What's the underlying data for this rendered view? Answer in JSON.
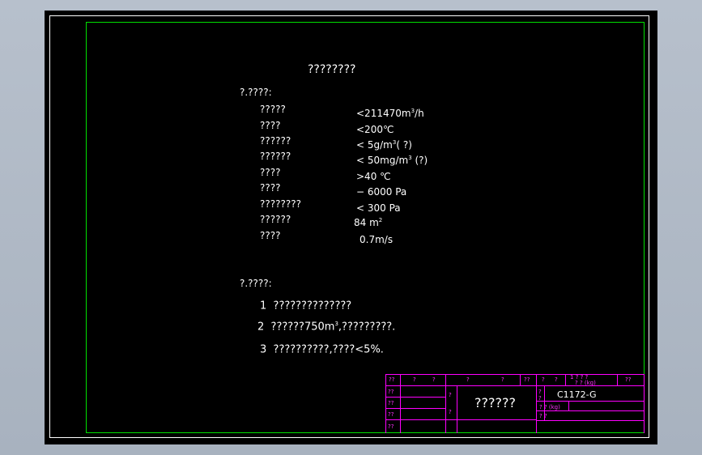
{
  "doc": {
    "title": "????????",
    "section1_heading": "?.????:",
    "params": [
      {
        "name": "?????",
        "value": "<211470m",
        "sup": "3",
        "tail": "/h"
      },
      {
        "name": "????",
        "value": "<200℃",
        "sup": "",
        "tail": ""
      },
      {
        "name": "??????",
        "value": "< 5g/m",
        "sup": "3",
        "tail": "( ?)"
      },
      {
        "name": "??????",
        "value": "< 50mg/m",
        "sup": "3",
        "tail": " (?)"
      },
      {
        "name": "????",
        "value": ">40 ℃",
        "sup": "",
        "tail": ""
      },
      {
        "name": "????",
        "value": "− 6000 Pa",
        "sup": "",
        "tail": ""
      },
      {
        "name": "????????",
        "value": "< 300 Pa",
        "sup": "",
        "tail": ""
      },
      {
        "name": "??????",
        "value": "84 m",
        "sup": "2",
        "tail": ""
      },
      {
        "name": "????",
        "value": "0.7m/s",
        "sup": "",
        "tail": ""
      }
    ],
    "section2_heading": "?.????:",
    "notes": [
      {
        "num": "1",
        "pre": "??????????????",
        "sup": "",
        "post": ""
      },
      {
        "num": "2",
        "pre": "??????750m",
        "sup": "3",
        "post": ",?????????."
      },
      {
        "num": "3",
        "pre": "??????????,????<5%.",
        "sup": "",
        "post": ""
      }
    ]
  },
  "title_block": {
    "header_cells": [
      "??",
      "?",
      "?",
      "?",
      "?",
      "??",
      "?",
      "?",
      "1  ?   ?   ?",
      "??"
    ],
    "header_sub": "? ?  (kg)",
    "left_rows": [
      "??",
      "??",
      "??",
      "??"
    ],
    "mid_marks": [
      "?",
      "?"
    ],
    "drawing_name": "??????",
    "code": "C1172-G",
    "right_labels": [
      "?",
      "?",
      "? ?  (kg)",
      "? ?"
    ]
  },
  "colors": {
    "background": "#000000",
    "frame": "#00e000",
    "title_block_lines": "#ff00ff",
    "text": "#ffffff"
  }
}
